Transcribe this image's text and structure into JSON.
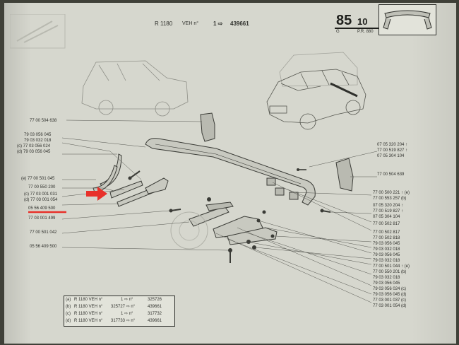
{
  "header": {
    "model_label": "R 1180",
    "veh_label": "VEH n°",
    "serial_prefix": "1 ⇨",
    "serial_number": "439661",
    "page_number": "85",
    "page_sub": "10",
    "page_letter": "G",
    "page_ref": "P.R. 880"
  },
  "left_labels": [
    "77 00 504 638",
    "79 03 056 045",
    "79 03 032 018",
    "(c) 77 03 056 024",
    "(d) 79 03 056 045",
    "(e) 77 00 501 045",
    "77 00 550 200",
    "(c) 77 03 001 031",
    "(d) 77 03 001 054",
    "05 56 409 500",
    "77 03 001 499",
    "77 00 501 042",
    "05 56 409 500"
  ],
  "right_labels_top": [
    "07 05 320 204 ↑",
    "77 00 519 827 ↑",
    "07 05 304 104",
    "77 00 504 639"
  ],
  "right_labels_bottom": [
    "77 00 500 221 ↑ (e)",
    "77 00 553 257 (b)",
    "07 05 320 204 ↑",
    "77 00 519 827 ↑",
    "07 05 304 104",
    "77 00 502 817",
    "77 00 502 817",
    "77 00 502 818",
    "79 03 056 045",
    "79 03 032 018",
    "79 03 056 045",
    "79 03 032 018",
    "77 00 501 044 ↑ (e)",
    "77 00 550 201 (b)",
    "79 03 032 018",
    "79 03 056 045",
    "79 03 056 024 (c)",
    "79 03 056 045 (d)",
    "77 03 001 037 (c)",
    "77 03 001 054 (d)"
  ],
  "legend": [
    {
      "key": "(a)",
      "model": "R 1180 VEH n°",
      "arrow": "1 ⇨ n°",
      "value": "325726"
    },
    {
      "key": "(b)",
      "model": "R 1180 VEH n°",
      "arrow": "325727 ⇨ n°",
      "value": "439661"
    },
    {
      "key": "(c)",
      "model": "R 1180 VEH n°",
      "arrow": "1 ⇨ n°",
      "value": "317732"
    },
    {
      "key": "(d)",
      "model": "R 1180 VEH n°",
      "arrow": "317733 ⇨ n°",
      "value": "439661"
    }
  ],
  "highlight": {
    "arrow_color": "#e8312a",
    "underline_color": "#e8312a",
    "highlighted_part": "05 56 409 500"
  }
}
